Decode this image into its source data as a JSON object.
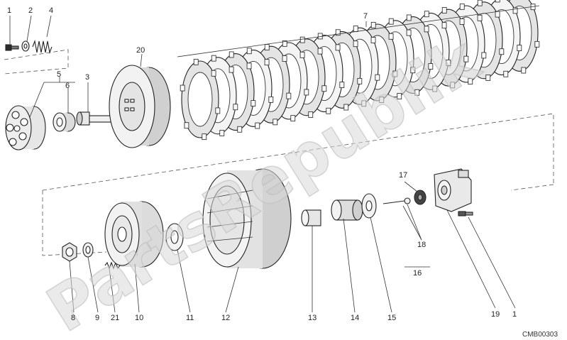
{
  "watermark": "PartsRepublik",
  "drawing_code": "CMB00303",
  "callouts": {
    "c1a": "1",
    "c2": "2",
    "c4": "4",
    "c3": "3",
    "c5": "5",
    "c6": "6",
    "c20": "20",
    "c7": "7",
    "c17": "17",
    "c18": "18",
    "c16": "16",
    "c8": "8",
    "c9": "9",
    "c21": "21",
    "c10": "10",
    "c11": "11",
    "c12": "12",
    "c13": "13",
    "c14": "14",
    "c15": "15",
    "c19": "19",
    "c1b": "1"
  }
}
